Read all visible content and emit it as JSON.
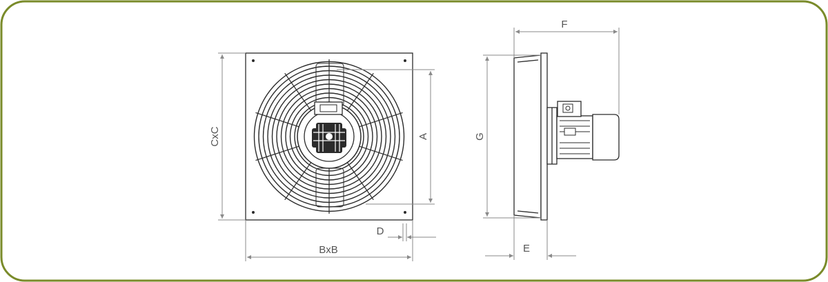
{
  "colors": {
    "frame_border": "#7a8b2a",
    "drawing_line": "#2b2b2b",
    "dimension_line": "#8a8a8a",
    "dimension_text": "#555555"
  },
  "dimensions": {
    "F": "F",
    "G": "G",
    "E": "E",
    "A": "A",
    "CxC": "CxC",
    "BxB": "BxB",
    "D": "D"
  },
  "icons": [
    "fan-front-view",
    "fan-side-view",
    "dimension-arrow"
  ]
}
